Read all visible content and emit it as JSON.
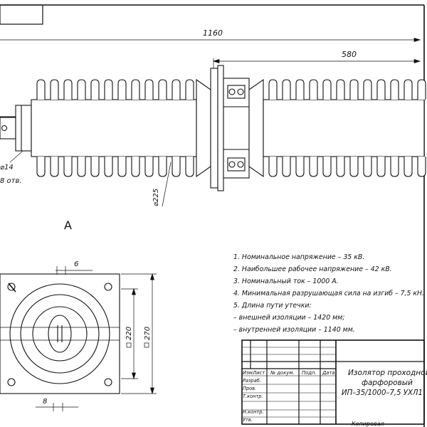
{
  "dimensions": {
    "total_length": "1160",
    "half_length": "580",
    "shed_diameter": "⌀225",
    "hole_diameter": "⌀14",
    "holes_count": "8 отв.",
    "flange_small": "6",
    "flange_bottom": "8",
    "flange_220": "220",
    "flange_270": "270"
  },
  "view_label": "A",
  "notes": [
    "1. Номинальное напряжение – 35 кВ.",
    "2. Наибольшее рабочее напряжение – 42 кВ.",
    "3. Номинальный ток – 1000 А.",
    "4. Минимальная разрушающая сила на изгиб – 7,5 кН.",
    "5.  Длина пути утечки:",
    "– внешней изоляции – 1420 мм;",
    "– внутренней изоляции – 1140 мм."
  ],
  "title_block": {
    "headers": [
      "Изм",
      "Лист",
      "№ докум.",
      "Подп.",
      "Дата"
    ],
    "rows": [
      "Разраб.",
      "Пров.",
      "Т.контр.",
      "",
      "Н.контр.",
      "Утв."
    ],
    "title_line1": "Изолятор проходной",
    "title_line2": "фарфоровый",
    "title_line3": "ИП–35/1000–7,5 УХЛ1",
    "copy_label": "Копировал"
  }
}
